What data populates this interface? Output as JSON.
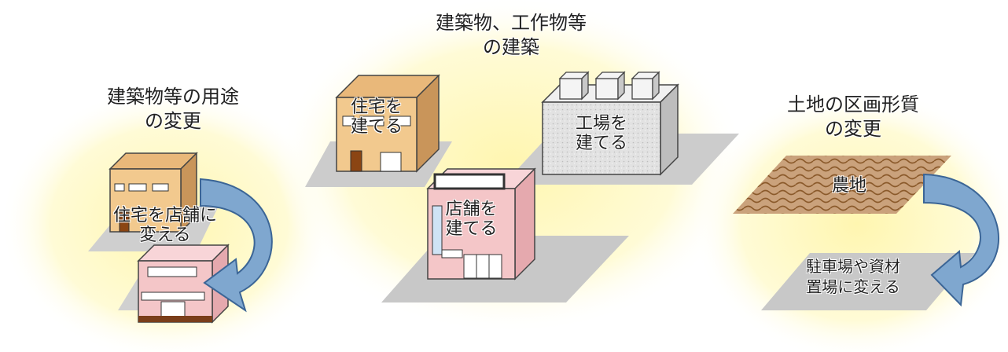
{
  "sections": {
    "left": {
      "title_line1": "建築物等の用途",
      "title_line2": "の変更",
      "caption_line1": "住宅を店舗に",
      "caption_line2": "変える"
    },
    "center": {
      "title_line1": "建築物、工作物等",
      "title_line2": "の建築",
      "house_line1": "住宅を",
      "house_line2": "建てる",
      "store_line1": "店舗を",
      "store_line2": "建てる",
      "factory_line1": "工場を",
      "factory_line2": "建てる"
    },
    "right": {
      "title_line1": "土地の区画形質",
      "title_line2": "の変更",
      "farm_label": "農地",
      "result_line1": "駐車場や資材",
      "result_line2": "置場に変える"
    }
  },
  "colors": {
    "blob": "#fff3a0",
    "shadow": "#c8c8c8",
    "house": "#f2c98e",
    "store": "#f4c6c8",
    "factory": "#e4e4e4",
    "arrow": "#7fa7cf",
    "farmland": "#c9a27a"
  }
}
